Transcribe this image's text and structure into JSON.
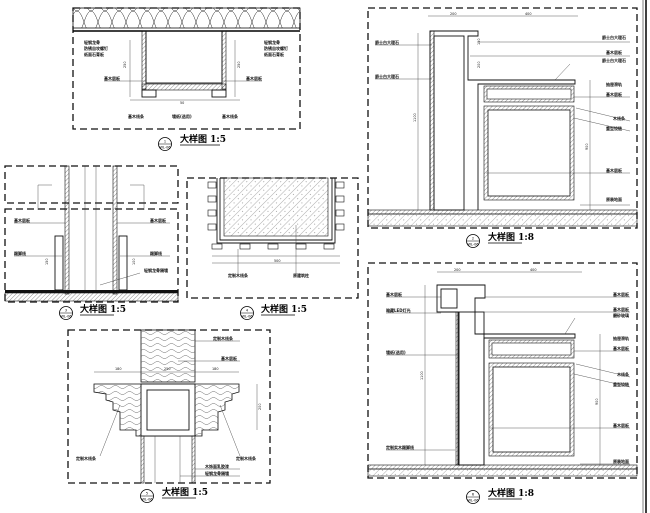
{
  "details": [
    {
      "id": "1",
      "sheet": "WL-06",
      "title": "大样图 1:5",
      "labels": [
        "轻钢龙骨",
        "防锈自攻螺钉",
        "纸面石膏板",
        "基木层板",
        "轻钢龙骨",
        "防锈自攻螺钉",
        "纸面石膏板",
        "基木层板",
        "基木线条",
        "墙纸(选用)",
        "基木线条"
      ],
      "dims": [
        "250",
        "50",
        "250",
        "50"
      ]
    },
    {
      "id": "2",
      "sheet": "WL-06",
      "title": "大样图 1:8",
      "labels": [
        "爵士白大理石",
        "爵士白大理石",
        "爵士白大理石",
        "基木层板",
        "爵士白大理石",
        "抽屉滑轨",
        "基木层板",
        "木线条",
        "重型铰链",
        "基木层板",
        "原装地面"
      ],
      "dims": [
        "200",
        "400",
        "1100",
        "900",
        "150",
        "200"
      ]
    },
    {
      "id": "3",
      "sheet": "WL-06",
      "title": "大样图 1:5",
      "labels": [
        "基木层板",
        "踢脚线",
        "基木层板",
        "踢脚线",
        "轻钢龙骨隔墙"
      ],
      "dims": [
        "150",
        "100"
      ]
    },
    {
      "id": "4",
      "sheet": "WL-06",
      "title": "大样图 1:5",
      "labels": [
        "定制木线条",
        "原建筑柱"
      ],
      "dims": [
        "500"
      ]
    },
    {
      "id": "5",
      "sheet": "WL-06",
      "title": "大样图 1:5",
      "labels": [
        "定制木线条",
        "基木层板",
        "定制木线条",
        "定制木线条",
        "木饰面乳胶漆",
        "轻钢龙骨隔墙"
      ],
      "dims": [
        "180",
        "250",
        "180",
        "200"
      ]
    },
    {
      "id": "6",
      "sheet": "WL-06",
      "title": "大样图 1:8",
      "labels": [
        "基木层板",
        "暗藏LED灯光",
        "墙纸(选用)",
        "定制实木踢脚线",
        "基木层板",
        "基木层板",
        "磨砂玻璃",
        "抽屉滑轨",
        "基木层板",
        "木线条",
        "重型铰链",
        "基木层板",
        "原装地面"
      ],
      "dims": [
        "200",
        "400",
        "1100",
        "900"
      ]
    }
  ]
}
